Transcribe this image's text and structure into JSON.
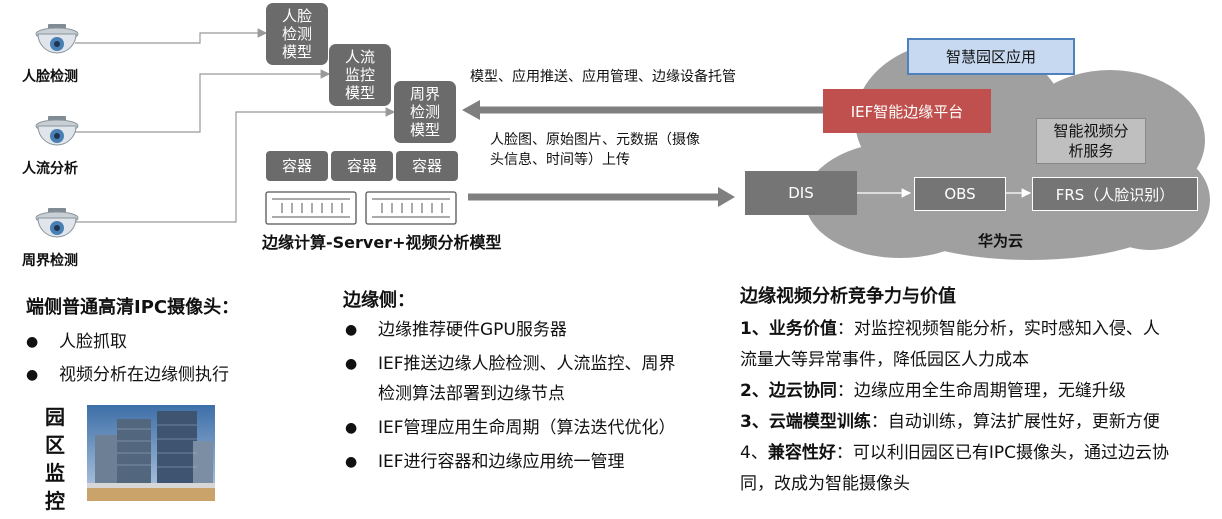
{
  "cameras": [
    {
      "label": "人脸检测"
    },
    {
      "label": "人流分析"
    },
    {
      "label": "周界检测"
    }
  ],
  "models": [
    {
      "label": "人脸\n检测\n模型"
    },
    {
      "label": "人流\n监控\n模型"
    },
    {
      "label": "周界\n检测\n模型"
    }
  ],
  "containers": [
    "容器",
    "容器",
    "容器"
  ],
  "server_label": "边缘计算-Server+视频分析模型",
  "arrows": {
    "download_text": "模型、应用推送、应用管理、边缘设备托管",
    "upload_text_line1": "人脸图、原始图片、元数据（摄像",
    "upload_text_line2": "头信息、时间等）上传"
  },
  "cloud": {
    "smart_park_app": "智慧园区应用",
    "ief_platform": "IEF智能边缘平台",
    "video_service_line1": "智能视频分",
    "video_service_line2": "析服务",
    "dis": "DIS",
    "obs": "OBS",
    "frs": "FRS（人脸识别）",
    "cloud_name": "华为云"
  },
  "left_section": {
    "title": "端侧普通高清IPC摄像头：",
    "bullets": [
      "人脸抓取",
      "视频分析在边缘侧执行"
    ],
    "vertical_label": [
      "园",
      "区",
      "监",
      "控"
    ]
  },
  "mid_section": {
    "title": "边缘侧：",
    "bullets": [
      {
        "line1": "边缘推荐硬件GPU服务器",
        "line2": ""
      },
      {
        "line1": "IEF推送边缘人脸检测、人流监控、周界",
        "line2": "检测算法部署到边缘节点"
      },
      {
        "line1": "IEF管理应用生命周期（算法迭代优化）",
        "line2": ""
      },
      {
        "line1": "IEF进行容器和边缘应用统一管理",
        "line2": ""
      }
    ]
  },
  "right_section": {
    "title": "边缘视频分析竞争力与价值",
    "items": [
      {
        "num": "1、",
        "bold": "业务价值",
        "text1": "：对监控视频智能分析，实时感知入侵、人",
        "text2": "流量大等异常事件，降低园区人力成本"
      },
      {
        "num": "2、",
        "bold": "边云协同",
        "text1": "：边缘应用全生命周期管理，无缝升级",
        "text2": ""
      },
      {
        "num": "3、",
        "bold": "云端模型训练",
        "text1": "：自动训练，算法扩展性好，更新方便",
        "text2": ""
      },
      {
        "num": "4、",
        "bold": "兼容性好",
        "text1": "：可以利旧园区已有IPC摄像头，通过边云协",
        "text2": "同，改成为智能摄像头"
      }
    ]
  },
  "colors": {
    "dark_gray": "#6b6b6b",
    "cloud_gray": "#9d9d9d",
    "ief_red": "#c0504d",
    "app_blue": "#c6d9f1",
    "app_border": "#4f81bd"
  }
}
